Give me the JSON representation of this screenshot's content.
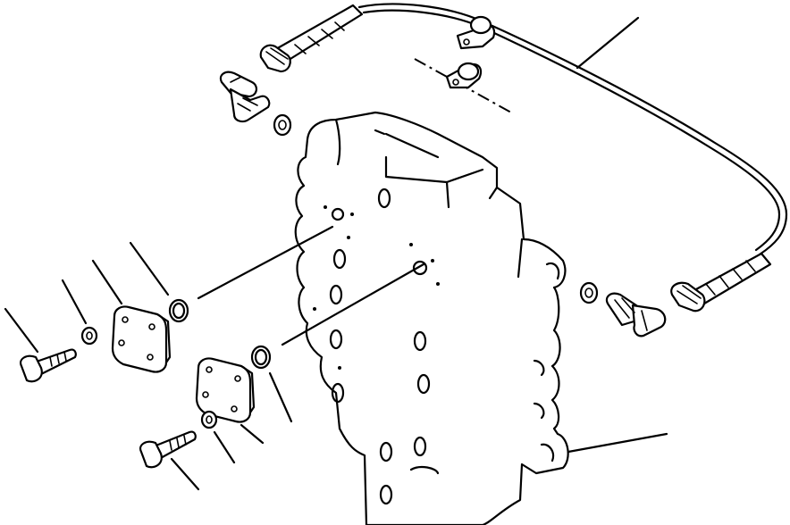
{
  "figure": {
    "description_visible_text": "",
    "leader_count": 10,
    "parts": [
      {
        "name": "control-valve-body"
      },
      {
        "name": "hydraulic-tube"
      },
      {
        "name": "tube-clamp-upper"
      },
      {
        "name": "tube-clamp-lower"
      },
      {
        "name": "elbow-fitting-left"
      },
      {
        "name": "elbow-fitting-right"
      },
      {
        "name": "o-ring-upper"
      },
      {
        "name": "o-ring-lower"
      },
      {
        "name": "cover-plate-upper"
      },
      {
        "name": "cover-plate-lower"
      },
      {
        "name": "washer-upper"
      },
      {
        "name": "washer-lower"
      },
      {
        "name": "bolt-upper"
      },
      {
        "name": "bolt-lower"
      }
    ]
  }
}
